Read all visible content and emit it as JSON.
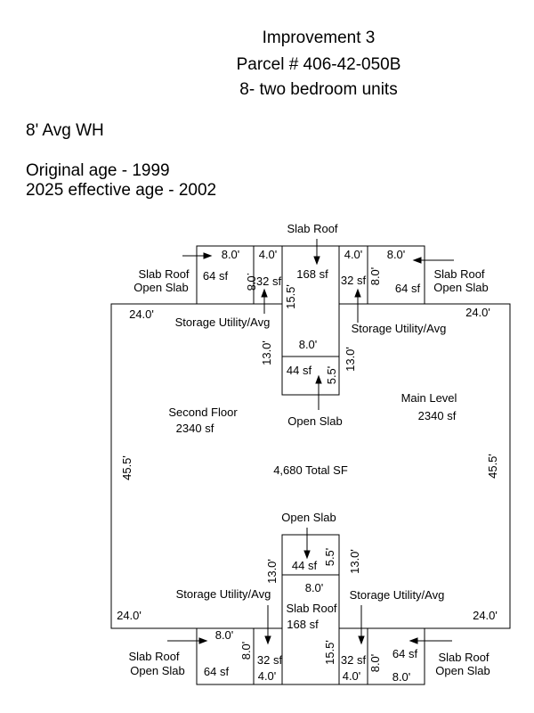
{
  "header": {
    "line1": "Improvement 3",
    "line2": "Parcel # 406-42-050B",
    "line3": "8- two bedroom units"
  },
  "notes": {
    "wall_height": "8' Avg WH",
    "original_age": "Original age - 1999",
    "effective_age": "2025 effective age - 2002"
  },
  "labels": {
    "slab_roof": "Slab Roof",
    "open_slab": "Open Slab",
    "storage": "Storage Utility/Avg",
    "second_floor": "Second Floor",
    "second_floor_area": "2340 sf",
    "main_level": "Main Level",
    "main_level_area": "2340 sf",
    "total": "4,680 Total SF"
  },
  "dims": {
    "d8": "8.0'",
    "d8_flipped": ".0'8",
    "d4": "4.0'",
    "d24": "24.0'",
    "d45": "45.5'",
    "d13": "13.0'",
    "d15": "15.5'",
    "d5": "5.5'"
  },
  "areas": {
    "a64": "64 sf",
    "a32": "32 sf",
    "a168": "168 sf",
    "a44": "44 sf"
  }
}
